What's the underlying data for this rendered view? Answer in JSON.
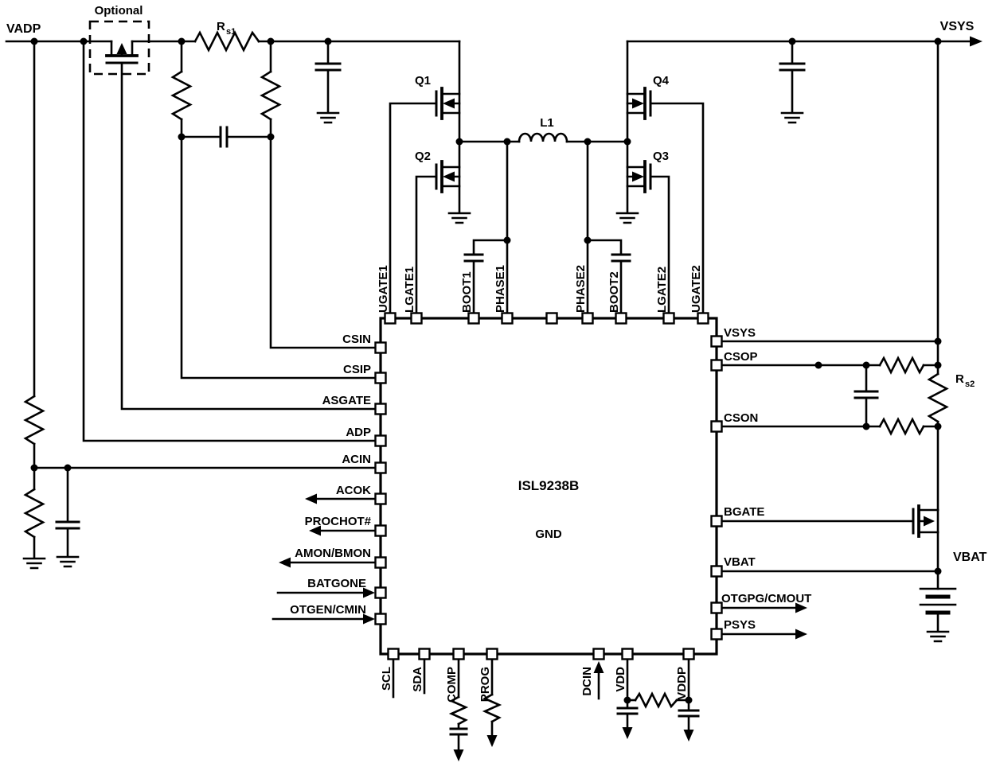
{
  "ic": {
    "part_number": "ISL9238B",
    "ground_label": "GND",
    "pins": {
      "top": [
        "UGATE1",
        "LGATE1",
        "BOOT1",
        "PHASE1",
        "PHASE2",
        "BOOT2",
        "LGATE2",
        "UGATE2"
      ],
      "left": [
        "CSIN",
        "CSIP",
        "ASGATE",
        "ADP",
        "ACIN",
        "ACOK",
        "PROCHOT#",
        "AMON/BMON",
        "BATGONE",
        "OTGEN/CMIN"
      ],
      "right": [
        "VSYS",
        "CSOP",
        "CSON",
        "BGATE",
        "VBAT",
        "OTGPG/CMOUT",
        "PSYS"
      ],
      "bottom": [
        "SCL",
        "SDA",
        "COMP",
        "PROG",
        "DCIN",
        "VDD",
        "VDDP"
      ]
    }
  },
  "nets": {
    "adapter_input": "VADP",
    "system_output": "VSYS",
    "battery": "VBAT"
  },
  "components": {
    "optional_note": "Optional",
    "q1": "Q1",
    "q2": "Q2",
    "q3": "Q3",
    "q4": "Q4",
    "inductor": "L1",
    "rs1": {
      "base": "R",
      "sub": "s1"
    },
    "rs2": {
      "base": "R",
      "sub": "s2"
    }
  },
  "colors": {
    "line": "#000000",
    "label": "#000000",
    "background": "#ffffff"
  }
}
